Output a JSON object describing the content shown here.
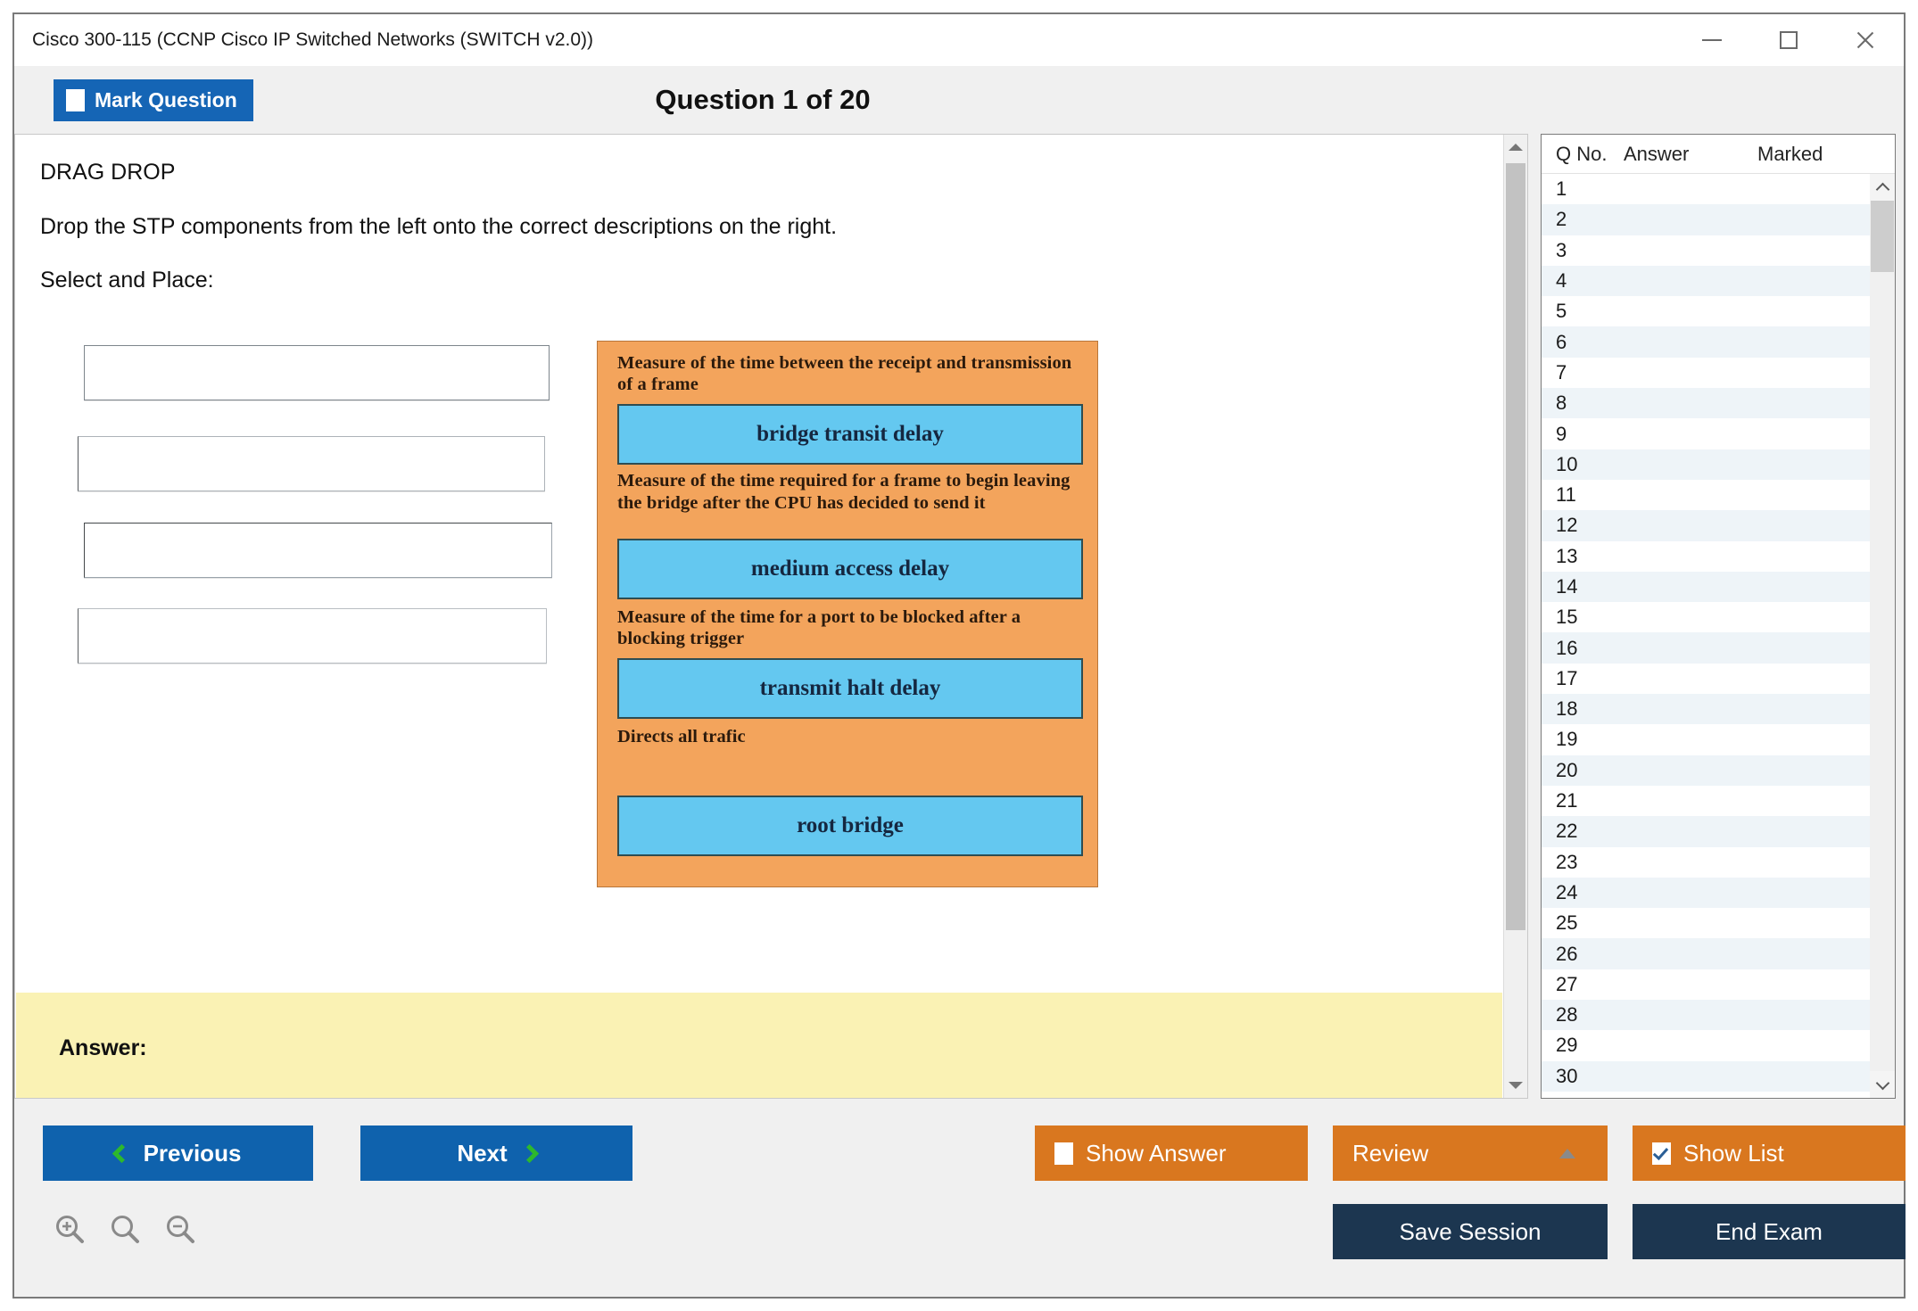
{
  "window": {
    "title": "Cisco 300-115 (CCNP Cisco IP Switched Networks (SWITCH v2.0))",
    "controls": {
      "minimize": "minimize-icon",
      "maximize": "maximize-icon",
      "close": "close-icon"
    }
  },
  "header": {
    "mark_question_label": "Mark Question",
    "mark_question_checked": false,
    "question_title": "Question 1 of 20"
  },
  "question": {
    "type_label": "DRAG DROP",
    "instruction": "Drop the STP components from the left onto the correct descriptions on the right.",
    "select_and_place": "Select and Place:",
    "drop_slots": [
      "",
      "",
      "",
      ""
    ],
    "descriptions": [
      "Measure of the time between the receipt and transmission of a frame",
      "Measure of the time required for a frame to begin leaving the bridge after the CPU has decided to send it",
      "Measure of the time for a port to be blocked after a blocking trigger",
      "Directs all trafic"
    ],
    "draggables": [
      "bridge transit delay",
      "medium access delay",
      "transmit halt delay",
      "root bridge"
    ],
    "answer_label": "Answer:",
    "answer_value": ""
  },
  "colors": {
    "panel_orange": "#f3a45c",
    "draggable_blue": "#64c8f0",
    "nav_blue": "#0f62ad",
    "accent_orange": "#d9771f",
    "dark_navy": "#1c3650",
    "answer_yellow": "#faf2b4",
    "chevron_green": "#2db82d"
  },
  "question_list": {
    "columns": [
      "Q No.",
      "Answer",
      "Marked"
    ],
    "rows": [
      {
        "no": "1",
        "answer": "",
        "marked": ""
      },
      {
        "no": "2",
        "answer": "",
        "marked": ""
      },
      {
        "no": "3",
        "answer": "",
        "marked": ""
      },
      {
        "no": "4",
        "answer": "",
        "marked": ""
      },
      {
        "no": "5",
        "answer": "",
        "marked": ""
      },
      {
        "no": "6",
        "answer": "",
        "marked": ""
      },
      {
        "no": "7",
        "answer": "",
        "marked": ""
      },
      {
        "no": "8",
        "answer": "",
        "marked": ""
      },
      {
        "no": "9",
        "answer": "",
        "marked": ""
      },
      {
        "no": "10",
        "answer": "",
        "marked": ""
      },
      {
        "no": "11",
        "answer": "",
        "marked": ""
      },
      {
        "no": "12",
        "answer": "",
        "marked": ""
      },
      {
        "no": "13",
        "answer": "",
        "marked": ""
      },
      {
        "no": "14",
        "answer": "",
        "marked": ""
      },
      {
        "no": "15",
        "answer": "",
        "marked": ""
      },
      {
        "no": "16",
        "answer": "",
        "marked": ""
      },
      {
        "no": "17",
        "answer": "",
        "marked": ""
      },
      {
        "no": "18",
        "answer": "",
        "marked": ""
      },
      {
        "no": "19",
        "answer": "",
        "marked": ""
      },
      {
        "no": "20",
        "answer": "",
        "marked": ""
      },
      {
        "no": "21",
        "answer": "",
        "marked": ""
      },
      {
        "no": "22",
        "answer": "",
        "marked": ""
      },
      {
        "no": "23",
        "answer": "",
        "marked": ""
      },
      {
        "no": "24",
        "answer": "",
        "marked": ""
      },
      {
        "no": "25",
        "answer": "",
        "marked": ""
      },
      {
        "no": "26",
        "answer": "",
        "marked": ""
      },
      {
        "no": "27",
        "answer": "",
        "marked": ""
      },
      {
        "no": "28",
        "answer": "",
        "marked": ""
      },
      {
        "no": "29",
        "answer": "",
        "marked": ""
      },
      {
        "no": "30",
        "answer": "",
        "marked": ""
      }
    ]
  },
  "footer": {
    "previous_label": "Previous",
    "next_label": "Next",
    "show_answer_label": "Show Answer",
    "show_answer_checked": false,
    "review_label": "Review",
    "show_list_label": "Show List",
    "show_list_checked": true,
    "save_session_label": "Save Session",
    "end_exam_label": "End Exam",
    "zoom_in_icon": "zoom-in-icon",
    "zoom_reset_icon": "zoom-reset-icon",
    "zoom_out_icon": "zoom-out-icon"
  }
}
